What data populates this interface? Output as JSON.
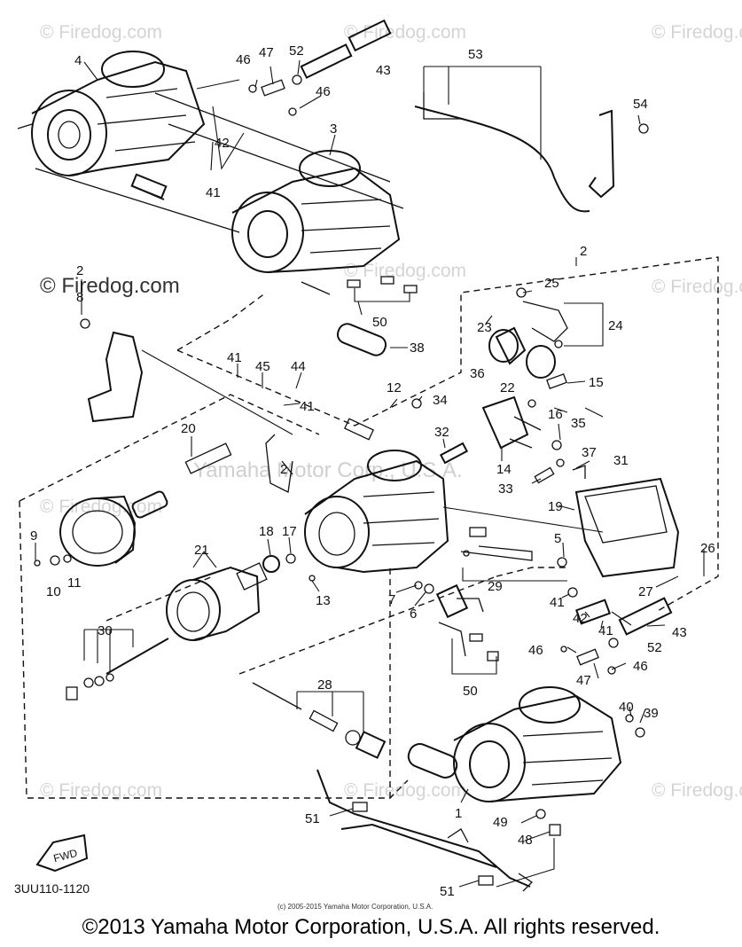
{
  "watermarks": {
    "tl": "© Firedog.com",
    "tc": "© Firedog.com",
    "tr": "© Firedog.com",
    "ml": "© Firedog.com",
    "mc": "© Firedog.com",
    "mr": "© Firedog.com",
    "center_faint": "Yamaha Motor Corp., U.S.A.",
    "bl": "© Firedog.com",
    "bc": "© Firedog.com",
    "br": "© Firedog.com",
    "bc2": "© Firedog.com"
  },
  "callouts": [
    "1",
    "2",
    "2",
    "2",
    "3",
    "4",
    "5",
    "6",
    "7",
    "8",
    "9",
    "10",
    "11",
    "12",
    "13",
    "14",
    "15",
    "16",
    "17",
    "18",
    "19",
    "20",
    "21",
    "22",
    "23",
    "24",
    "25",
    "26",
    "27",
    "28",
    "29",
    "30",
    "31",
    "32",
    "33",
    "34",
    "35",
    "36",
    "37",
    "38",
    "39",
    "40",
    "41",
    "41",
    "41",
    "41",
    "41",
    "42",
    "42",
    "43",
    "43",
    "44",
    "45",
    "46",
    "46",
    "46",
    "46",
    "47",
    "47",
    "48",
    "49",
    "50",
    "50",
    "51",
    "51",
    "52",
    "52",
    "53",
    "54"
  ],
  "fwd_label": "FWD",
  "ref_code": "3UU110-1120",
  "small_copyright": "(c) 2005-2015 Yamaha Motor Corporation, U.S.A.",
  "footer": "©2013 Yamaha Motor Corporation, U.S.A. All rights reserved."
}
